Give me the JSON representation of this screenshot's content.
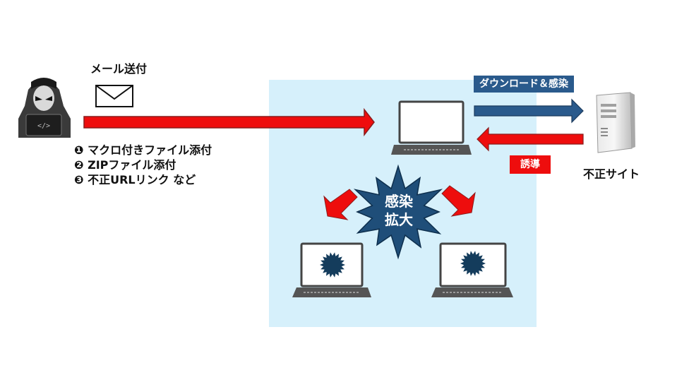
{
  "email": {
    "label": "メール送付"
  },
  "attack_methods": [
    "❶ マクロ付きファイル添付",
    "❷ ZIPファイル添付",
    "❸ 不正URLリンク など"
  ],
  "download_badge": "ダウンロード＆感染",
  "lure_badge": "誘導",
  "malicious_site": {
    "label": "不正サイト"
  },
  "spread": {
    "line1": "感染",
    "line2": "拡大"
  },
  "colors": {
    "network_bg": "#d6f0fb",
    "red_arrow": "#ee0d0d",
    "blue_arrow": "#2a5a8c",
    "burst": "#1f4e79",
    "virus": "#143c5c"
  },
  "icons": {
    "attacker": "hooded-hacker-icon",
    "envelope": "envelope-icon",
    "server": "server-icon",
    "laptop": "laptop-icon",
    "virus": "virus-icon"
  }
}
